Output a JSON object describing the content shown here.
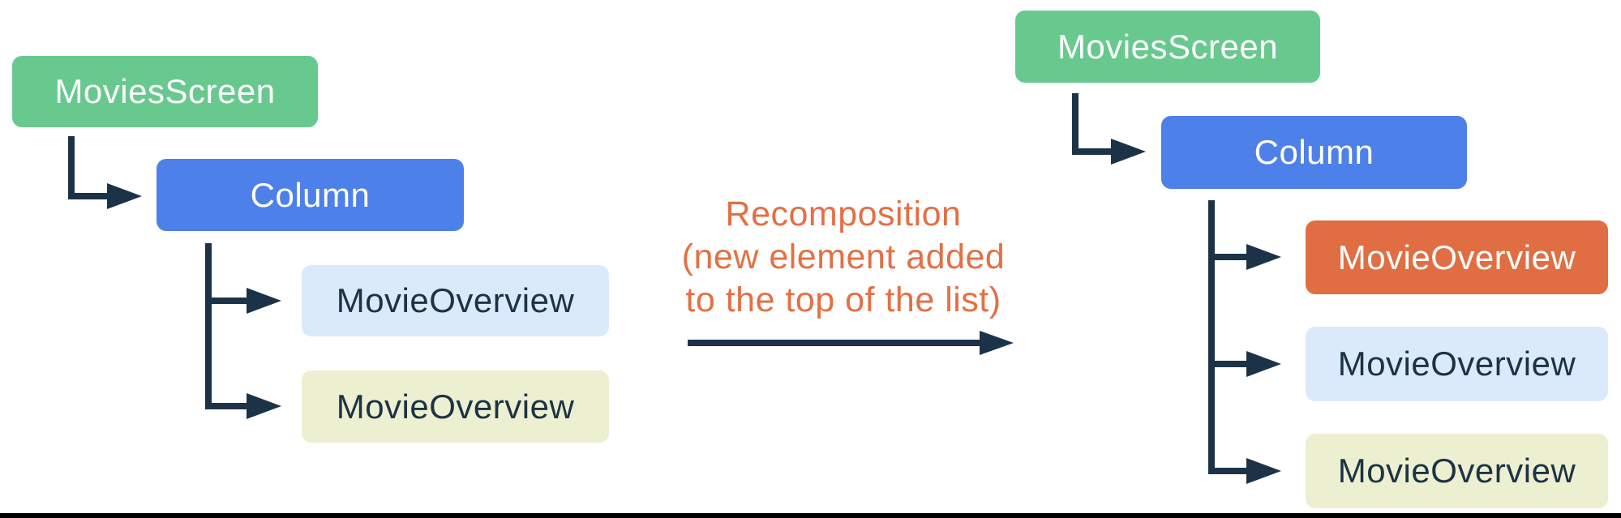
{
  "left_tree": {
    "root_label": "MoviesScreen",
    "container_label": "Column",
    "children": [
      {
        "label": "MovieOverview",
        "state": "unchanged-light-blue"
      },
      {
        "label": "MovieOverview",
        "state": "unchanged-light-yellow"
      }
    ]
  },
  "right_tree": {
    "root_label": "MoviesScreen",
    "container_label": "Column",
    "children": [
      {
        "label": "MovieOverview",
        "state": "newly-added-orange"
      },
      {
        "label": "MovieOverview",
        "state": "unchanged-light-blue"
      },
      {
        "label": "MovieOverview",
        "state": "unchanged-light-yellow"
      }
    ]
  },
  "arrow_caption": {
    "line1": "Recomposition",
    "line2": "(new element added",
    "line3": "to the top of the list)"
  },
  "colors": {
    "root_green": "#68C98E",
    "column_blue": "#4D80E8",
    "new_item_orange": "#E06E42",
    "item_light_blue": "#DBEAFB",
    "item_light_yellow": "#EDF0D0",
    "connector_navy": "#1C3347",
    "caption_orange": "#E56F44",
    "bottom_rule_black": "#000000"
  }
}
